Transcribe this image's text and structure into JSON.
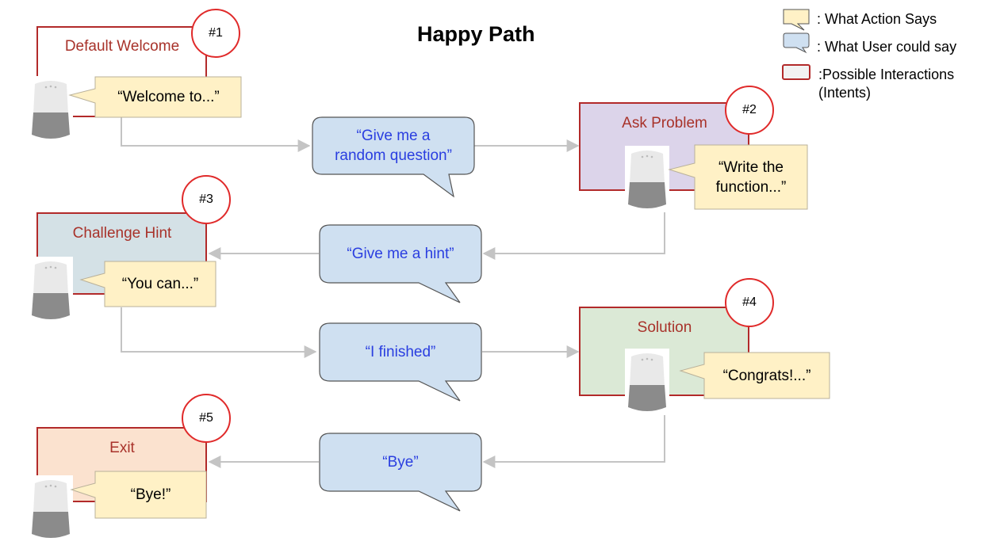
{
  "title": "Happy Path",
  "legend": {
    "action_says": ": What Action Says",
    "user_could_say": ": What User could say",
    "interactions_line1": ":Possible Interactions",
    "interactions_line2": "(Intents)"
  },
  "intents": [
    {
      "badge": "#1",
      "name": "Default Welcome",
      "says": "“Welcome to...”",
      "fill": "#ffffff"
    },
    {
      "badge": "#2",
      "name": "Ask Problem",
      "says_line1": "“Write the",
      "says_line2": "function...”",
      "fill": "#dcd4ea"
    },
    {
      "badge": "#3",
      "name": "Challenge Hint",
      "says": "“You can...”",
      "fill": "#d4e1e6"
    },
    {
      "badge": "#4",
      "name": "Solution",
      "says": "“Congrats!...”",
      "fill": "#dbe9d6"
    },
    {
      "badge": "#5",
      "name": "Exit",
      "says": "“Bye!”",
      "fill": "#fbe2cf"
    }
  ],
  "user_says": [
    {
      "line1": "“Give me a",
      "line2": "random question”"
    },
    {
      "text": "“Give me a hint”"
    },
    {
      "text": "“I finished”"
    },
    {
      "text": "“Bye”"
    }
  ],
  "colors": {
    "intent_border": "#b22a2a",
    "badge_ring": "#e02a2a",
    "action_fill": "#fff1c6",
    "user_fill": "#cfe0f1",
    "user_text": "#2a3ee0",
    "connector": "#c4c4c4"
  }
}
